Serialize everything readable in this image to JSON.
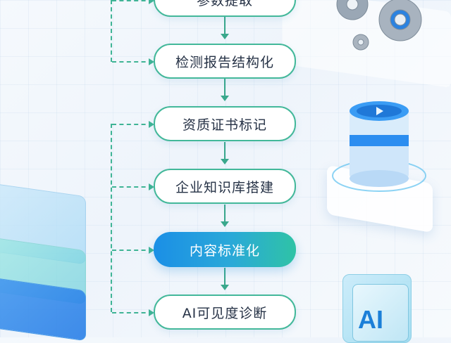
{
  "flow": {
    "steps": [
      {
        "label": "参数提取"
      },
      {
        "label": "检测报告结构化"
      },
      {
        "label": "资质证书标记"
      },
      {
        "label": "企业知识库搭建"
      },
      {
        "label": "内容标准化",
        "active": true
      },
      {
        "label": "AI可见度诊断"
      }
    ]
  },
  "decor": {
    "ai_badge": "AI"
  },
  "colors": {
    "accent_green": "#43b89a",
    "accent_blue": "#1b8fe6"
  }
}
